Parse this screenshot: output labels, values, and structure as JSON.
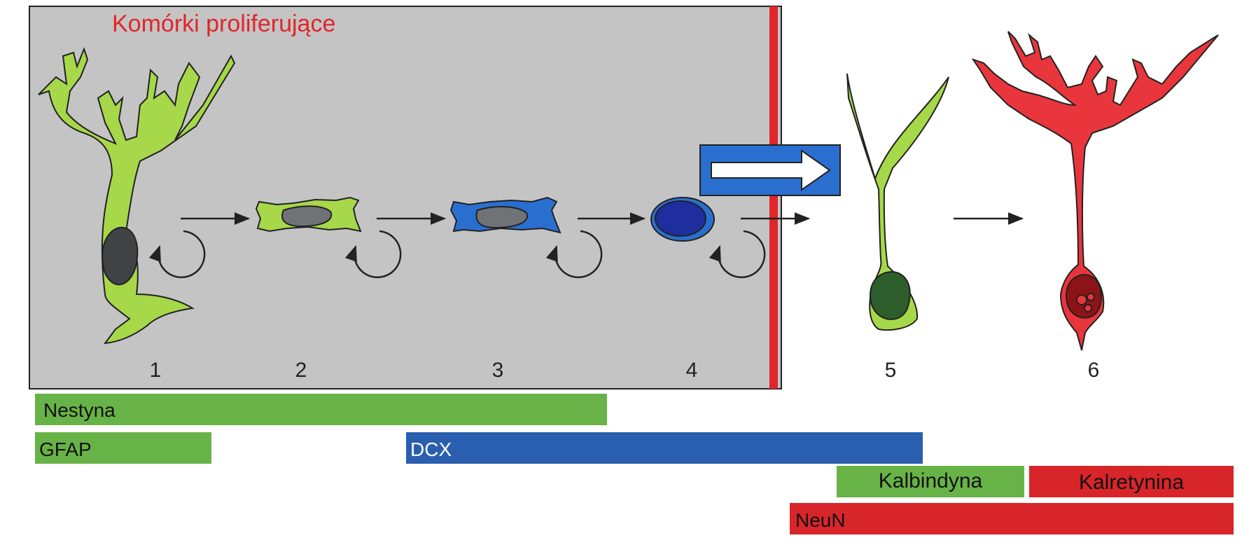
{
  "diagram": {
    "region_title": "Komórki proliferujące",
    "stages": [
      "1",
      "2",
      "3",
      "4",
      "5",
      "6"
    ],
    "markers": {
      "nestyna": "Nestyna",
      "gfap": "GFAP",
      "dcx": "DCX",
      "kalbindyna": "Kalbindyna",
      "kalretynina": "Kalretynina",
      "neun": "NeuN"
    },
    "colors": {
      "proliferating_bg": "#c4c4c4",
      "boundary_red": "#e0262b",
      "green_marker": "#68b347",
      "blue_marker": "#2a5fb0",
      "red_marker": "#d8252a",
      "cell_green": "#a6d84a",
      "cell_blue": "#2a6fd0",
      "cell_red": "#e8363c"
    }
  }
}
